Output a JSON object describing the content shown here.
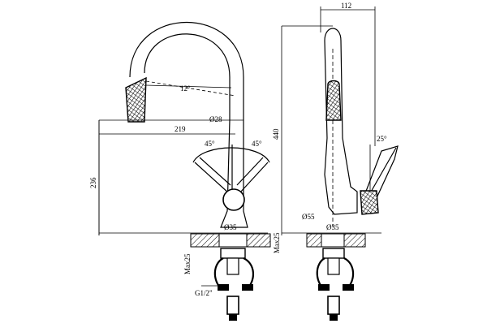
{
  "front_view": {
    "angle_spray": "12°",
    "dim_28": "Ø28",
    "dim_219": "219",
    "angle_left": "45°",
    "angle_right": "45°",
    "dim_236": "236",
    "dim_35": "Ø35",
    "dim_max25": "Max25",
    "thread": "G1/2\""
  },
  "side_view": {
    "dim_112": "112",
    "dim_440": "440",
    "angle_25": "25°",
    "dim_55": "Ø55",
    "dim_35": "Ø35",
    "dim_max25": "Max25"
  }
}
